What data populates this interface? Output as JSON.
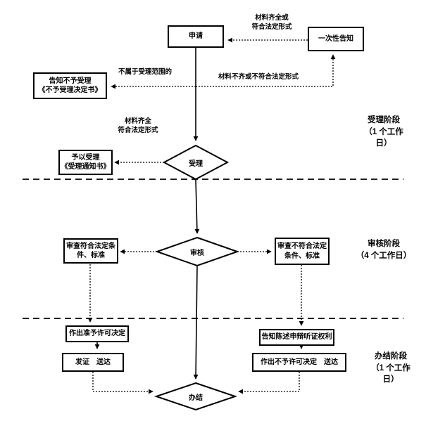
{
  "nodes": {
    "apply": "申请",
    "notify_once": "一次性告知",
    "reject": "告知不予受理\n《不予受理决定书》",
    "accept_notice": "予以受理\n《受理通知书》",
    "accept": "受理",
    "review": "审核",
    "review_pass": "审查符合法定条\n件、标准",
    "review_fail": "审查不符合法定\n条件、标准",
    "grant_decision": "作出准予许可决定",
    "issue_deliver": "发证　送达",
    "notify_rights": "告知陈述申辩听证权利",
    "deny_deliver": "作出不予许可决定　送达",
    "close": "办结"
  },
  "edge_labels": {
    "complete_top": "材料齐全或\n符合法定形式",
    "out_of_scope": "不属于受理范围的",
    "incomplete": "材料不齐或不符合法定形式",
    "complete_mid": "材料齐全\n符合法定形式"
  },
  "stages": [
    {
      "label": "受理阶段\n（1 个工作\n日）"
    },
    {
      "label": "审核阶段\n（4 个工作日）"
    },
    {
      "label": "办结阶段\n（1 个工作\n日）"
    }
  ],
  "colors": {
    "line": "#000000",
    "background": "#ffffff",
    "border": "#000000",
    "text": "#000000"
  }
}
